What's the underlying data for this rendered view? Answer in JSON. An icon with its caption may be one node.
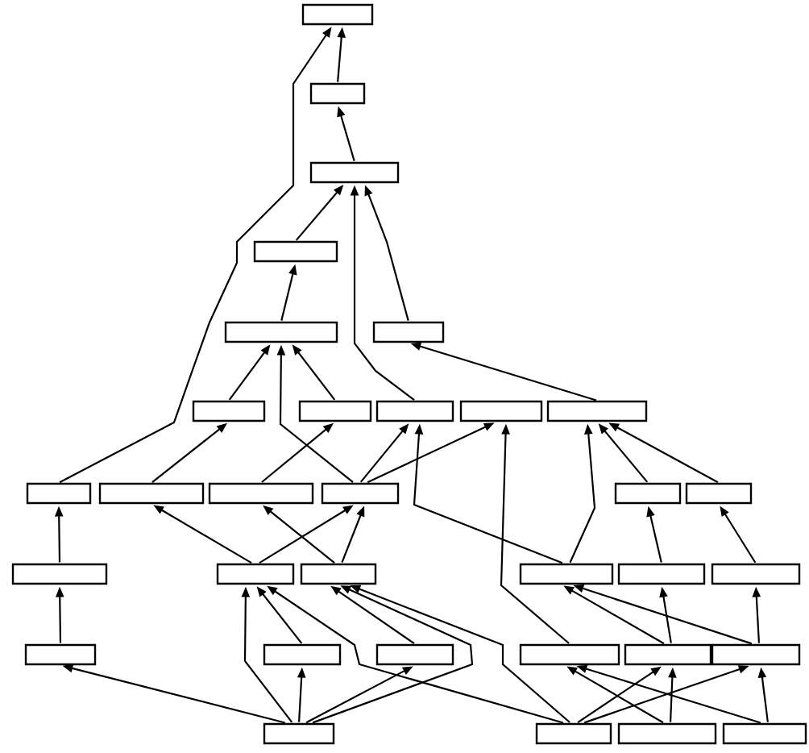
{
  "diagram": {
    "nodes": [
      {
        "text": [],
        "shape": "box"
      },
      {
        "text": [],
        "shape": "box"
      },
      {
        "text": [],
        "shape": "box"
      },
      {
        "text": [],
        "shape": "box"
      },
      {
        "text": [],
        "shape": "box"
      },
      {
        "text": [],
        "shape": "box"
      },
      {
        "text": [],
        "shape": "box"
      },
      {
        "text": [],
        "shape": "box"
      },
      {
        "text": [],
        "shape": "box"
      },
      {
        "text": [],
        "shape": "box"
      },
      {
        "text": [],
        "shape": "box"
      },
      {
        "text": [],
        "shape": "box"
      },
      {
        "text": [],
        "shape": "box"
      },
      {
        "text": [],
        "shape": "box"
      },
      {
        "text": [],
        "shape": "box"
      },
      {
        "text": [],
        "shape": "box"
      },
      {
        "text": [],
        "shape": "box"
      },
      {
        "text": [],
        "shape": "box"
      },
      {
        "text": [],
        "shape": "box"
      },
      {
        "text": [],
        "shape": "box"
      },
      {
        "text": [],
        "shape": "box"
      },
      {
        "text": [],
        "shape": "box"
      },
      {
        "text": [],
        "shape": "box"
      },
      {
        "text": [],
        "shape": "box"
      },
      {
        "text": [],
        "shape": "box"
      },
      {
        "text": [],
        "shape": "box"
      },
      {
        "text": [],
        "shape": "box"
      },
      {
        "text": [],
        "shape": "box"
      },
      {
        "text": [],
        "shape": "box"
      },
      {
        "text": [],
        "shape": "box"
      },
      {
        "text": [],
        "shape": "box"
      },
      {
        "text": [],
        "shape": "box"
      },
      {
        "text": [],
        "shape": "box"
      }
    ],
    "edges": [
      {
        "from": 1,
        "to": 0,
        "arrow": "to"
      },
      {
        "from": 11,
        "to": 0,
        "arrow": "to"
      },
      {
        "from": 2,
        "to": 1,
        "arrow": "to"
      },
      {
        "from": 3,
        "to": 2,
        "arrow": "to"
      },
      {
        "from": 5,
        "to": 2,
        "arrow": "to"
      },
      {
        "from": 8,
        "to": 2,
        "arrow": "to"
      },
      {
        "from": 4,
        "to": 3,
        "arrow": "to"
      },
      {
        "from": 10,
        "to": 5,
        "arrow": "to"
      },
      {
        "from": 6,
        "to": 4,
        "arrow": "to"
      },
      {
        "from": 7,
        "to": 4,
        "arrow": "to"
      },
      {
        "from": 14,
        "to": 4,
        "arrow": "to"
      },
      {
        "from": 12,
        "to": 6,
        "arrow": "to"
      },
      {
        "from": 13,
        "to": 7,
        "arrow": "to"
      },
      {
        "from": 14,
        "to": 8,
        "arrow": "to"
      },
      {
        "from": 20,
        "to": 8,
        "arrow": "to"
      },
      {
        "from": 14,
        "to": 9,
        "arrow": "to"
      },
      {
        "from": 26,
        "to": 9,
        "arrow": "to"
      },
      {
        "from": 15,
        "to": 10,
        "arrow": "to"
      },
      {
        "from": 16,
        "to": 10,
        "arrow": "to"
      },
      {
        "from": 20,
        "to": 10,
        "arrow": "to"
      },
      {
        "from": 17,
        "to": 11,
        "arrow": "to"
      },
      {
        "from": 18,
        "to": 12,
        "arrow": "to"
      },
      {
        "from": 19,
        "to": 13,
        "arrow": "to"
      },
      {
        "from": 18,
        "to": 14,
        "arrow": "to"
      },
      {
        "from": 19,
        "to": 14,
        "arrow": "to"
      },
      {
        "from": 21,
        "to": 15,
        "arrow": "to"
      },
      {
        "from": 22,
        "to": 16,
        "arrow": "to"
      },
      {
        "from": 23,
        "to": 17,
        "arrow": "to"
      },
      {
        "from": 24,
        "to": 18,
        "arrow": "to"
      },
      {
        "from": 29,
        "to": 18,
        "arrow": "to"
      },
      {
        "from": 30,
        "to": 18,
        "arrow": "to"
      },
      {
        "from": 25,
        "to": 19,
        "arrow": "to"
      },
      {
        "from": 29,
        "to": 19,
        "arrow": "to"
      },
      {
        "from": 30,
        "to": 19,
        "arrow": "to"
      },
      {
        "from": 27,
        "to": 20,
        "arrow": "to"
      },
      {
        "from": 28,
        "to": 20,
        "arrow": "to"
      },
      {
        "from": 27,
        "to": 21,
        "arrow": "to"
      },
      {
        "from": 28,
        "to": 22,
        "arrow": "to"
      },
      {
        "from": 29,
        "to": 23,
        "arrow": "to"
      },
      {
        "from": 29,
        "to": 24,
        "arrow": "to"
      },
      {
        "from": 29,
        "to": 25,
        "arrow": "to"
      },
      {
        "from": 31,
        "to": 26,
        "arrow": "to"
      },
      {
        "from": 32,
        "to": 26,
        "arrow": "to"
      },
      {
        "from": 30,
        "to": 27,
        "arrow": "to"
      },
      {
        "from": 31,
        "to": 27,
        "arrow": "to"
      },
      {
        "from": 30,
        "to": 28,
        "arrow": "to"
      },
      {
        "from": 32,
        "to": 28,
        "arrow": "to"
      }
    ]
  }
}
